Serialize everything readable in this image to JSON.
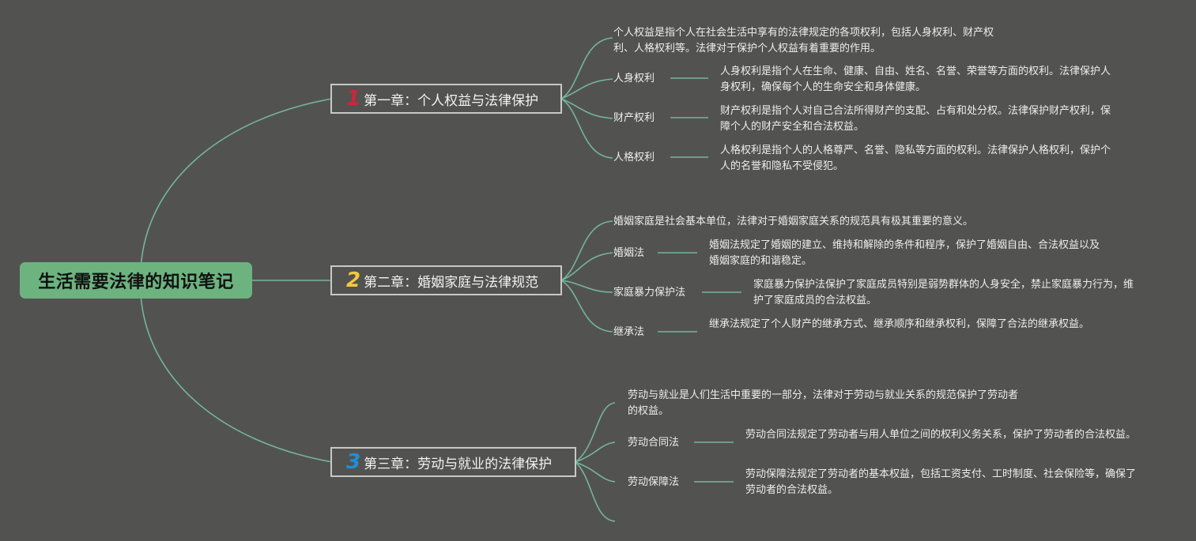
{
  "root": {
    "title": "生活需要法律的知识笔记"
  },
  "colors": {
    "background": "#525350",
    "line": "#74b59a",
    "root_fill": "#6db380",
    "chapter_border": "#c8c8c8",
    "num1": "#d2233c",
    "num2": "#f3c93d",
    "num3": "#1e8fd6"
  },
  "chapters": [
    {
      "number": "1",
      "title": "第一章：个人权益与法律保护",
      "intro": "个人权益是指个人在社会生活中享有的法律规定的各项权利，包括人身权利、财产权利、人格权利等。法律对于保护个人权益有着重要的作用。",
      "topics": [
        {
          "label": "人身权利",
          "desc": "人身权利是指个人在生命、健康、自由、姓名、名誉、荣誉等方面的权利。法律保护人身权利，确保每个人的生命安全和身体健康。"
        },
        {
          "label": "财产权利",
          "desc": "财产权利是指个人对自己合法所得财产的支配、占有和处分权。法律保护财产权利，保障个人的财产安全和合法权益。"
        },
        {
          "label": "人格权利",
          "desc": "人格权利是指个人的人格尊严、名誉、隐私等方面的权利。法律保护人格权利，保护个人的名誉和隐私不受侵犯。"
        }
      ]
    },
    {
      "number": "2",
      "title": "第二章：婚姻家庭与法律规范",
      "intro": "婚姻家庭是社会基本单位，法律对于婚姻家庭关系的规范具有极其重要的意义。",
      "topics": [
        {
          "label": "婚姻法",
          "desc": "婚姻法规定了婚姻的建立、维持和解除的条件和程序，保护了婚姻自由、合法权益以及婚姻家庭的和谐稳定。"
        },
        {
          "label": "家庭暴力保护法",
          "desc": "家庭暴力保护法保护了家庭成员特别是弱势群体的人身安全，禁止家庭暴力行为，维护了家庭成员的合法权益。"
        },
        {
          "label": "继承法",
          "desc": "继承法规定了个人财产的继承方式、继承顺序和继承权利，保障了合法的继承权益。"
        }
      ]
    },
    {
      "number": "3",
      "title": "第三章：劳动与就业的法律保护",
      "intro": "劳动与就业是人们生活中重要的一部分，法律对于劳动与就业关系的规范保护了劳动者的权益。",
      "topics": [
        {
          "label": "劳动合同法",
          "desc": "劳动合同法规定了劳动者与用人单位之间的权利义务关系，保护了劳动者的合法权益。"
        },
        {
          "label": "劳动保障法",
          "desc": "劳动保障法规定了劳动者的基本权益，包括工资支付、工时制度、社会保险等，确保了劳动者的合法权益。"
        }
      ]
    }
  ]
}
